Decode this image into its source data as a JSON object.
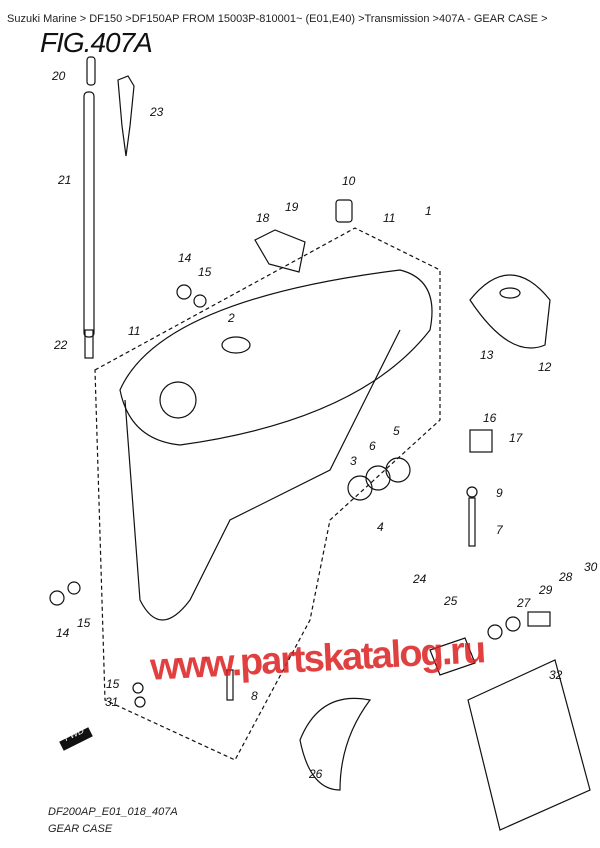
{
  "breadcrumb": "Suzuki Marine > DF150 >DF150AP FROM 15003P-810001~ (E01,E40) >Transmission >407A - GEAR CASE >",
  "figure_title": "FIG.407A",
  "callouts": [
    "20",
    "23",
    "21",
    "10",
    "11",
    "18",
    "19",
    "1",
    "14",
    "15",
    "2",
    "11",
    "22",
    "13",
    "12",
    "16",
    "17",
    "5",
    "6",
    "3",
    "4",
    "9",
    "7",
    "30",
    "28",
    "29",
    "27",
    "24",
    "25",
    "14",
    "15",
    "32",
    "15",
    "31",
    "8",
    "26"
  ],
  "fwd_label": "FWD",
  "watermark": "www.partskatalog.ru",
  "footer": {
    "code": "DF200AP_E01_018_407A",
    "caption": "GEAR CASE"
  }
}
